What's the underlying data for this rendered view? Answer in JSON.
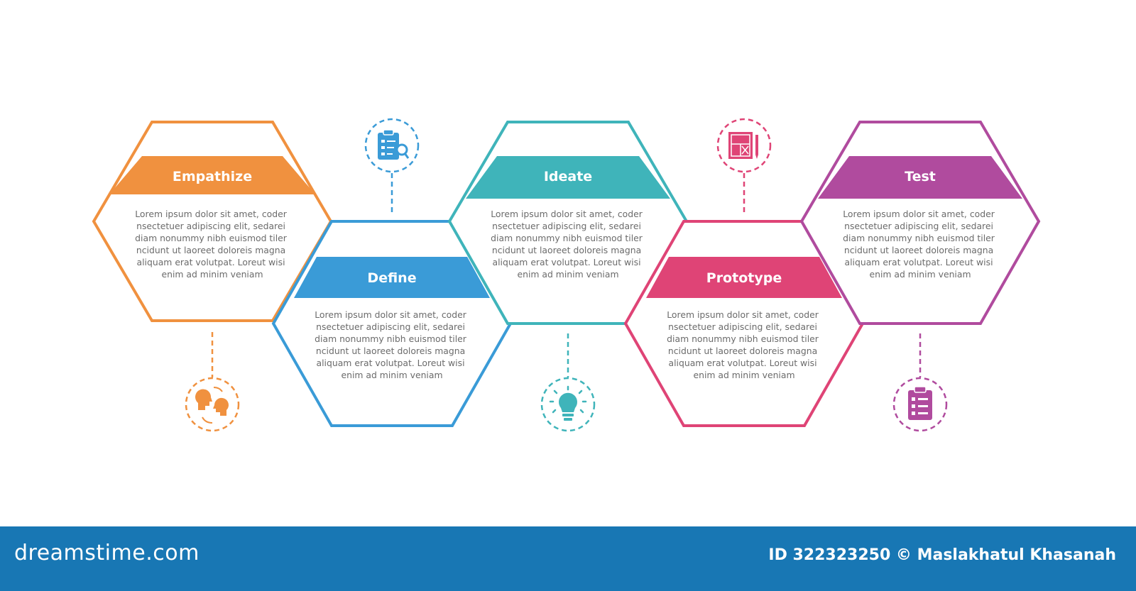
{
  "colors": {
    "empathize": "#f0913f",
    "define": "#3a9bd7",
    "ideate": "#3fb4ba",
    "prototype": "#df4476",
    "test": "#b04b9e",
    "footer": "#1877b4"
  },
  "steps": [
    {
      "title": "Empathize",
      "icon": "empathy-heads-icon",
      "body": [
        "Lorem ipsum dolor sit amet, coder",
        "nsectetuer adipiscing elit, sedarei",
        "diam nonummy nibh euismod tiler",
        "ncidunt ut laoreet doloreis magna",
        "aliquam erat volutpat. Loreut wisi",
        "enim ad minim veniam"
      ]
    },
    {
      "title": "Define",
      "icon": "clipboard-search-icon",
      "body": [
        "Lorem ipsum dolor sit amet, coder",
        "nsectetuer adipiscing elit, sedarei",
        "diam nonummy nibh euismod tiler",
        "ncidunt ut laoreet doloreis magna",
        "aliquam erat volutpat. Loreut wisi",
        "enim ad minim veniam"
      ]
    },
    {
      "title": "Ideate",
      "icon": "lightbulb-icon",
      "body": [
        "Lorem ipsum dolor sit amet, coder",
        "nsectetuer adipiscing elit, sedarei",
        "diam nonummy nibh euismod tiler",
        "ncidunt ut laoreet doloreis magna",
        "aliquam erat volutpat. Loreut wisi",
        "enim ad minim veniam"
      ]
    },
    {
      "title": "Prototype",
      "icon": "blueprint-icon",
      "body": [
        "Lorem ipsum dolor sit amet, coder",
        "nsectetuer adipiscing elit, sedarei",
        "diam nonummy nibh euismod tiler",
        "ncidunt ut laoreet doloreis magna",
        "aliquam erat volutpat. Loreut wisi",
        "enim ad minim veniam"
      ]
    },
    {
      "title": "Test",
      "icon": "checklist-icon",
      "body": [
        "Lorem ipsum dolor sit amet, coder",
        "nsectetuer adipiscing elit, sedarei",
        "diam nonummy nibh euismod tiler",
        "ncidunt ut laoreet doloreis magna",
        "aliquam erat volutpat. Loreut wisi",
        "enim ad minim veniam"
      ]
    }
  ],
  "footer": {
    "logo": "dreamstime.com",
    "credit": "ID 322323250 © Maslakhatul Khasanah"
  }
}
